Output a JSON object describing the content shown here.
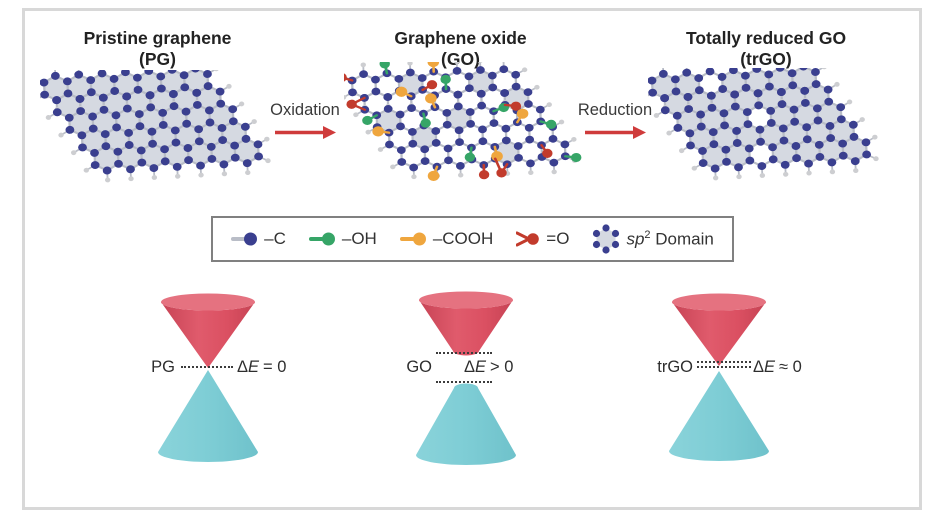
{
  "figure": {
    "background": "#ffffff",
    "frame_border": "#d8d8d8"
  },
  "panels": [
    {
      "id": "PG",
      "title_line1": "Pristine graphene",
      "title_line2": "(PG)"
    },
    {
      "id": "GO",
      "title_line1": "Graphene oxide",
      "title_line2": "(GO)"
    },
    {
      "id": "trGO",
      "title_line1": "Totally reduced GO",
      "title_line2": "(trGO)"
    }
  ],
  "arrows": [
    {
      "label": "Oxidation"
    },
    {
      "label": "Reduction"
    }
  ],
  "legend": {
    "items": [
      {
        "icon": "carbon-bond-icon",
        "label": "–C"
      },
      {
        "icon": "hydroxyl-icon",
        "label": "–OH"
      },
      {
        "icon": "carboxyl-icon",
        "label": "–COOH"
      },
      {
        "icon": "epoxy-icon",
        "label": "=O"
      },
      {
        "icon": "sp2-domain-icon",
        "label_italic": "sp",
        "label_sup": "2",
        "label_rest": " Domain"
      }
    ]
  },
  "cones": [
    {
      "name": "PG",
      "delta": "Δ",
      "e": "E",
      "relation": "= 0"
    },
    {
      "name": "GO",
      "delta": "Δ",
      "e": "E",
      "relation": "> 0"
    },
    {
      "name": "trGO",
      "delta": "Δ",
      "e": "E",
      "relation": "≈ 0"
    }
  ],
  "palette": {
    "carbon": "#3a3f8f",
    "bond": "#b9bdc7",
    "hex_fill": "#d5d9e1",
    "hydrogen": "#cdced1",
    "hydroxyl": "#36a567",
    "carboxyl": "#efa63e",
    "oxygen": "#c23b2c",
    "arrow": "#cf3b3b",
    "cone_red": "#d94f61",
    "cone_red_top": "#e57280",
    "cone_cyan": "#7ecdd5",
    "text": "#2e2e2e"
  }
}
